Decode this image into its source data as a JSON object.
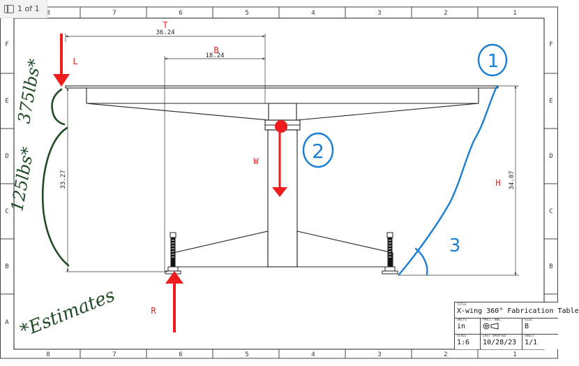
{
  "viewer": {
    "page_indicator": "1 of 1"
  },
  "frame": {
    "col_labels": [
      "8",
      "7",
      "6",
      "5",
      "4",
      "3",
      "2",
      "1"
    ],
    "row_labels": [
      "F",
      "E",
      "D",
      "C",
      "B",
      "A"
    ]
  },
  "dimensions": {
    "width_total": "36.24",
    "width_half": "18.24",
    "height_left": "33.27",
    "height_right": "34.07"
  },
  "annotations": {
    "label_T": "T",
    "label_B": "B",
    "label_L": "L",
    "label_W": "W",
    "label_H": "H",
    "label_R": "R",
    "circled_1": "1",
    "circled_2": "2",
    "angle_3": "3",
    "load_upper": "375lbs*",
    "load_lower": "125lbs*",
    "estimates_note": "*Estimates"
  },
  "title_block": {
    "title_caption": "TITLE",
    "title": "X-wing 360° Fabrication Table",
    "units_caption": "UNITS",
    "units": "in",
    "proj_caption": "PROJ. ANG.",
    "size_caption": "SIZE",
    "size": "B",
    "scale_caption": "SCALE",
    "scale": "1:6",
    "updated_caption": "LAST UPDATED",
    "updated": "10/28/23",
    "sheet_caption": "SHEET",
    "sheet": "1/1"
  },
  "colors": {
    "line": "#222222",
    "force_red": "#ee1c1c",
    "pen_blue": "#1a7fd4",
    "pen_green": "#1f4a24"
  }
}
